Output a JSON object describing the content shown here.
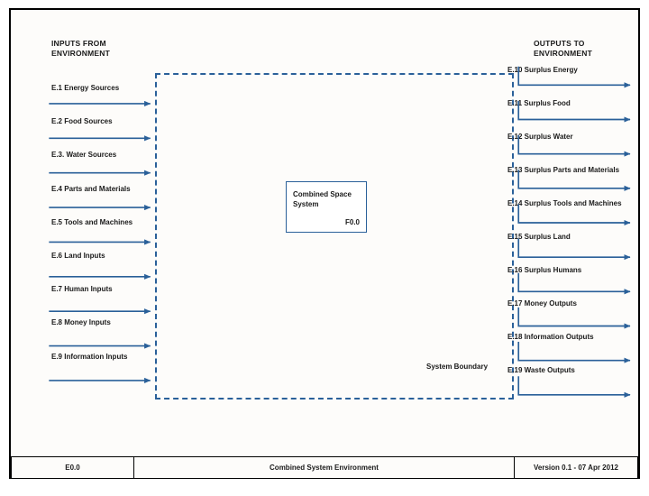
{
  "diagram": {
    "inputs_caption": "INPUTS FROM\nENVIRONMENT",
    "outputs_caption": "OUTPUTS TO\nENVIRONMENT",
    "boundary_label": "System Boundary",
    "system_box": {
      "title": "Combined Space System",
      "code": "F0.0"
    },
    "accent_color": "#2a6099",
    "line_color": "#000000",
    "inputs": [
      {
        "id": "E.1",
        "label": "E.1 Energy Sources"
      },
      {
        "id": "E.2",
        "label": "E.2 Food Sources"
      },
      {
        "id": "E.3",
        "label": "E.3. Water Sources"
      },
      {
        "id": "E.4",
        "label": "E.4 Parts and Materials"
      },
      {
        "id": "E.5",
        "label": "E.5 Tools and Machines"
      },
      {
        "id": "E.6",
        "label": "E.6 Land Inputs"
      },
      {
        "id": "E.7",
        "label": "E.7 Human Inputs"
      },
      {
        "id": "E.8",
        "label": "E.8 Money Inputs"
      },
      {
        "id": "E.9",
        "label": "E.9 Information Inputs"
      }
    ],
    "outputs": [
      {
        "id": "E.10",
        "label": "E.10 Surplus Energy"
      },
      {
        "id": "E.11",
        "label": "E.11 Surplus Food"
      },
      {
        "id": "E.12",
        "label": "E.12 Surplus Water"
      },
      {
        "id": "E.13",
        "label": "E.13 Surplus Parts and Materials"
      },
      {
        "id": "E.14",
        "label": "E.14 Surplus Tools and Machines"
      },
      {
        "id": "E.15",
        "label": "E.15 Surplus Land"
      },
      {
        "id": "E.16",
        "label": "E.16 Surplus Humans"
      },
      {
        "id": "E.17",
        "label": "E.17 Money Outputs"
      },
      {
        "id": "E.18",
        "label": "E.18 Information Outputs"
      },
      {
        "id": "E.19",
        "label": "E.19 Waste Outputs"
      }
    ]
  },
  "footer": {
    "id": "E0.0",
    "title": "Combined System Environment",
    "version": "Version 0.1 - 07 Apr 2012"
  }
}
